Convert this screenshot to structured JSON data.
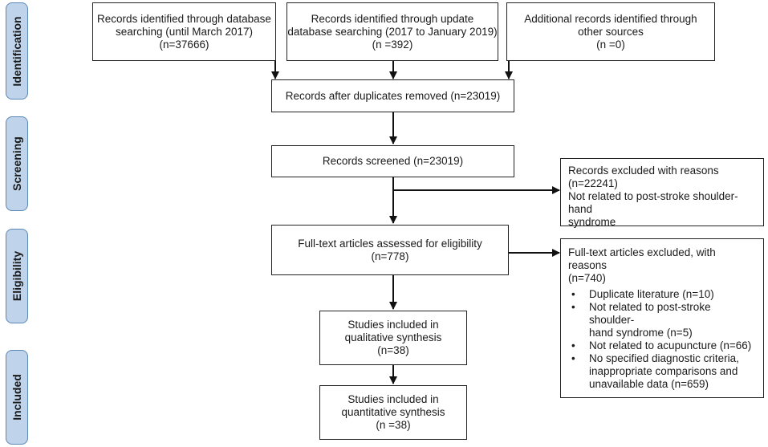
{
  "stages": {
    "identification": "Identification",
    "screening": "Screening",
    "eligibility": "Eligibility",
    "included": "Included"
  },
  "boxes": {
    "database": {
      "line1": "Records identified through database",
      "line2": "searching (until March 2017)",
      "line3": "(n=37666)"
    },
    "update": {
      "line1": "Records identified through update",
      "line2": "database searching (2017 to January 2019)",
      "line3": "(n =392)"
    },
    "additional": {
      "line1": "Additional records identified through",
      "line2": "other sources",
      "line3": "(n =0)"
    },
    "duplicates": {
      "line1": "Records after duplicates removed (n=23019)"
    },
    "screened": {
      "line1": "Records screened (n=23019)"
    },
    "excluded1": {
      "line1": "Records excluded with reasons",
      "line2": "(n=22241)",
      "line3": "Not related to post-stroke shoulder-hand",
      "line4": "syndrome"
    },
    "fulltext": {
      "line1": "Full-text articles assessed for eligibility",
      "line2": "(n=778)"
    },
    "excluded2": {
      "line1": "Full-text articles excluded, with reasons",
      "line2": "(n=740)",
      "reasons": [
        {
          "a": "Duplicate literature (n=10)",
          "b": "",
          "c": ""
        },
        {
          "a": "Not related to post-stroke shoulder-",
          "b": "hand syndrome (n=5)",
          "c": ""
        },
        {
          "a": "Not related to acupuncture (n=66)",
          "b": "",
          "c": ""
        },
        {
          "a": "No specified diagnostic criteria,",
          "b": "inappropriate comparisons and",
          "c": "unavailable data (n=659)"
        }
      ]
    },
    "qualitative": {
      "line1": "Studies included in",
      "line2": "qualitative synthesis",
      "line3": "(n=38)"
    },
    "quantitative": {
      "line1": "Studies included in",
      "line2": "quantitative synthesis",
      "line3": "(n =38)"
    }
  }
}
